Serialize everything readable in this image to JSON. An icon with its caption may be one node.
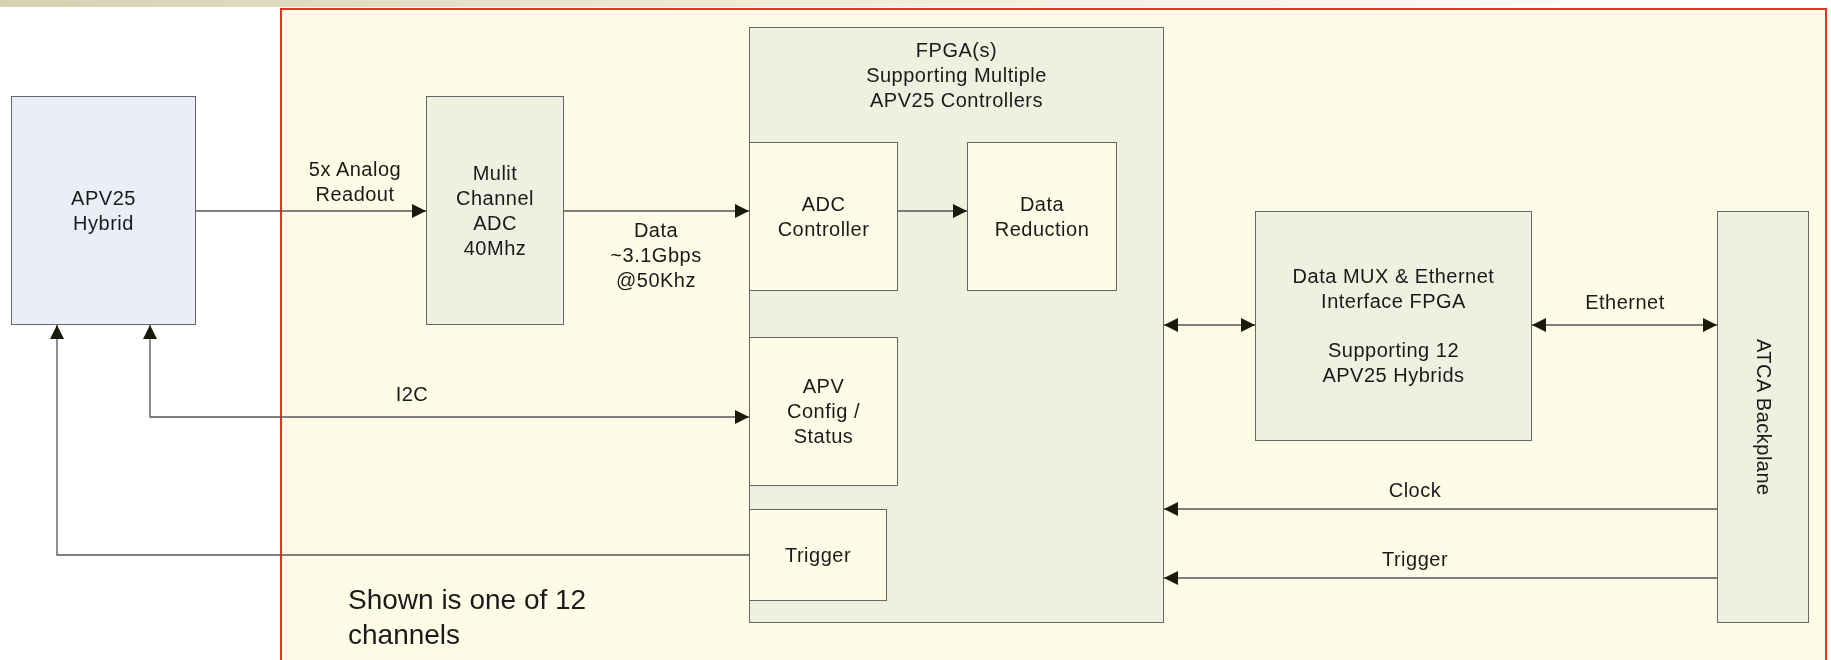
{
  "diagram": {
    "nodes": [
      {
        "text": [
          "APV25 Hybrid"
        ]
      },
      {
        "text": [
          "Shown is one of 12 channels"
        ]
      },
      {
        "text": [
          "Mulit Channel ADC 40Mhz"
        ],
        "in": 1
      },
      {
        "text": [
          "FPGA(s)",
          "Supporting Multiple APV25 Controllers"
        ],
        "in": 1
      },
      {
        "text": [
          "ADC Controller"
        ],
        "in": 3
      },
      {
        "text": [
          "Data Reduction"
        ],
        "in": 3
      },
      {
        "text": [
          "APV Config / Status"
        ],
        "in": 3
      },
      {
        "text": [
          "Trigger"
        ],
        "in": 3
      },
      {
        "text": [
          "Data MUX & Ethernet Interface FPGA",
          "Supporting 12 APV25 Hybrids"
        ],
        "in": 1
      },
      {
        "text": [
          "ATCA Backplane"
        ],
        "in": 1
      }
    ],
    "edges": [
      {
        "from": 0,
        "to": 2,
        "arrow": "to",
        "label": "5x Analog Readout"
      },
      {
        "from": 2,
        "to": 4,
        "arrow": "to",
        "label": "Data ~3.1Gbps @50Khz"
      },
      {
        "from": 4,
        "to": 5,
        "arrow": "to"
      },
      {
        "from": 6,
        "to": 0,
        "arrow": "both",
        "label": "I2C"
      },
      {
        "from": 7,
        "to": 0,
        "arrow": "to"
      },
      {
        "from": 3,
        "to": 8,
        "arrow": "both"
      },
      {
        "from": 8,
        "to": 9,
        "arrow": "both",
        "label": "Ethernet"
      },
      {
        "from": 9,
        "to": 3,
        "arrow": "to",
        "label": "Clock"
      },
      {
        "from": 9,
        "to": 3,
        "arrow": "to",
        "label": "Trigger"
      }
    ]
  }
}
